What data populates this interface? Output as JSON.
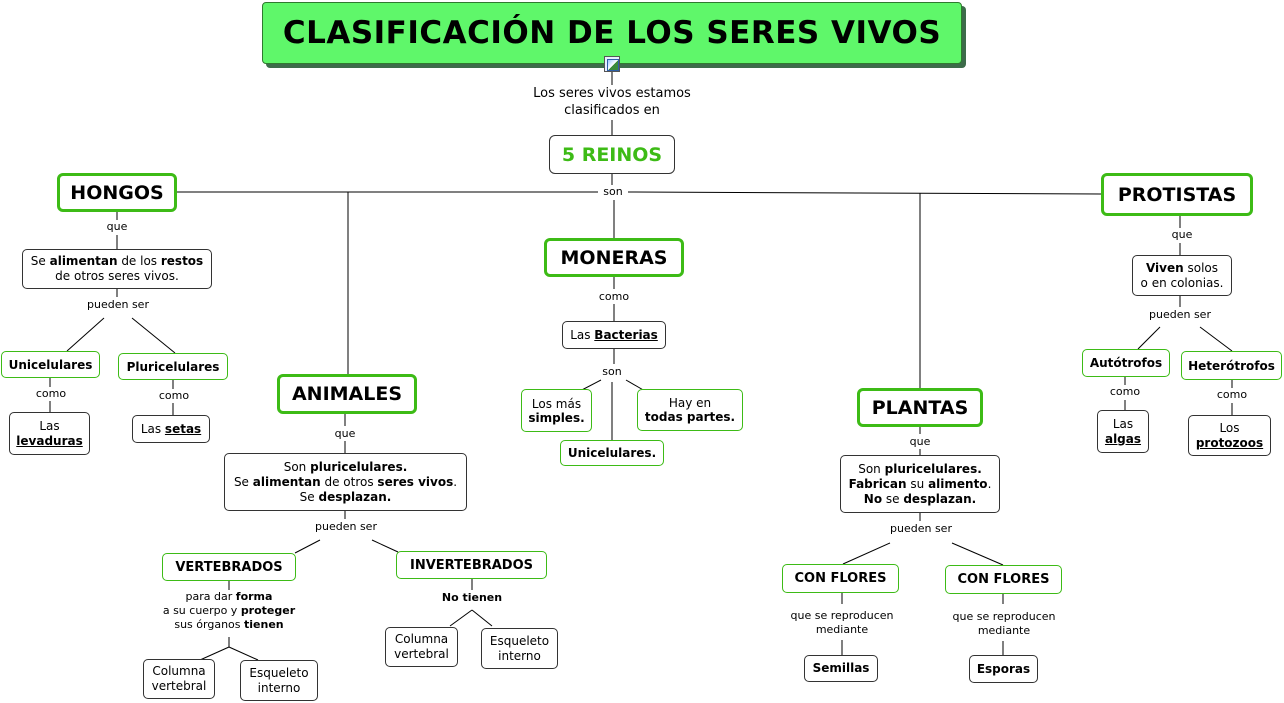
{
  "title": "CLASIFICACIÓN DE LOS SERES VIVOS",
  "intro": [
    "Los seres vivos estamos",
    "clasificados en"
  ],
  "reinos": "5 REINOS",
  "son": "son",
  "hongos": {
    "name": "HONGOS",
    "link1": "que",
    "desc": {
      "a": "Se ",
      "b": "alimentan",
      "c": " de los ",
      "d": "restos",
      "e": "de otros seres vivos."
    },
    "link2": "pueden ser",
    "uni": "Unicelulares",
    "pluri": "Pluricelulares",
    "como": "como",
    "ex1": {
      "a": "Las",
      "b": "levaduras"
    },
    "ex2": {
      "a": "Las ",
      "b": "setas"
    }
  },
  "animales": {
    "name": "ANIMALES",
    "link1": "que",
    "desc": {
      "l1a": "Son ",
      "l1b": "pluricelulares.",
      "l2a": "Se ",
      "l2b": "alimentan",
      "l2c": " de otros ",
      "l2d": "seres vivos",
      "l2e": ".",
      "l3a": "Se ",
      "l3b": "desplazan."
    },
    "link2": "pueden ser",
    "vert": "VERTEBRADOS",
    "invert": "INVERTEBRADOS",
    "vert_link": {
      "l1a": "para dar ",
      "l1b": "forma",
      "l2a": "a su cuerpo y ",
      "l2b": "proteger",
      "l3a": "sus órganos ",
      "l3b": "tienen"
    },
    "invert_link": "No tienen",
    "columna": [
      "Columna",
      "vertebral"
    ],
    "esqueleto": [
      "Esqueleto",
      "interno"
    ]
  },
  "moneras": {
    "name": "MONERAS",
    "link1": "como",
    "bact": {
      "a": "Las ",
      "b": "Bacterias"
    },
    "link2": "son",
    "simples": [
      "Los más",
      "simples."
    ],
    "partes": [
      "Hay en",
      "todas partes."
    ],
    "unic": "Unicelulares."
  },
  "plantas": {
    "name": "PLANTAS",
    "link1": "que",
    "desc": {
      "l1a": "Son ",
      "l1b": "pluricelulares.",
      "l2a": "Fabrican",
      "l2b": " su ",
      "l2c": "alimento",
      "l2d": ".",
      "l3a": "No",
      "l3b": " se ",
      "l3c": "desplazan."
    },
    "link2": "pueden ser",
    "flores1": "CON FLORES",
    "flores2": "CON FLORES",
    "repro": [
      "que se reproducen",
      "mediante"
    ],
    "semillas": "Semillas",
    "esporas": "Esporas"
  },
  "protistas": {
    "name": "PROTISTAS",
    "link1": "que",
    "desc": {
      "l1a": "Viven",
      "l1b": " solos",
      "l2": "o en colonias."
    },
    "link2": "pueden ser",
    "auto": "Autótrofos",
    "hetero": "Heterótrofos",
    "como": "como",
    "ex1": {
      "a": "Las",
      "b": "algas"
    },
    "ex2": {
      "a": "Los",
      "b": "protozoos"
    }
  },
  "colors": {
    "green": "#3dbb16",
    "title_bg": "#5ff76a",
    "reinos_text": "#3dbb16"
  }
}
